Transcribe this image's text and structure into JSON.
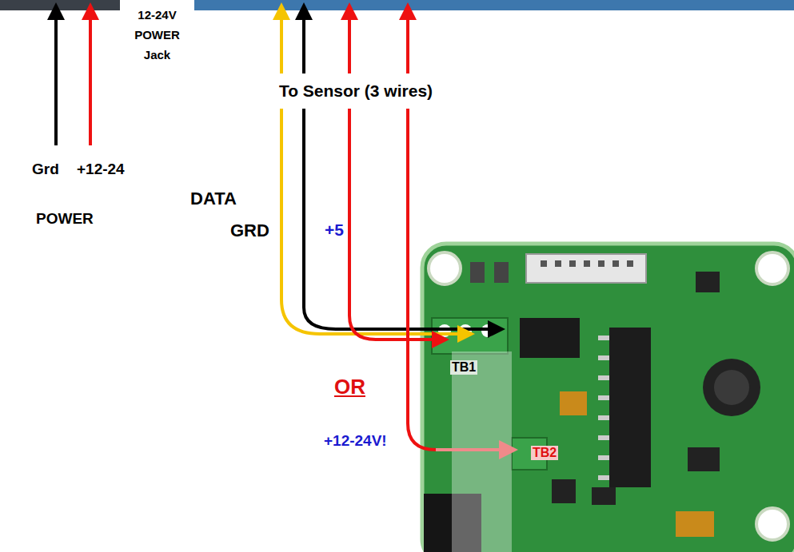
{
  "diagram": {
    "nodes": [
      {
        "text": [
          "12-24V POWER Jack"
        ]
      },
      {
        "text": [
          "To Sensor (3 wires)"
        ]
      },
      {
        "text": [
          "Grd",
          "+12-24",
          "POWER"
        ]
      }
    ],
    "labels": [
      "DATA",
      "GRD",
      "+5",
      "OR",
      "+12-24V!",
      "TB1",
      "TB2"
    ]
  }
}
